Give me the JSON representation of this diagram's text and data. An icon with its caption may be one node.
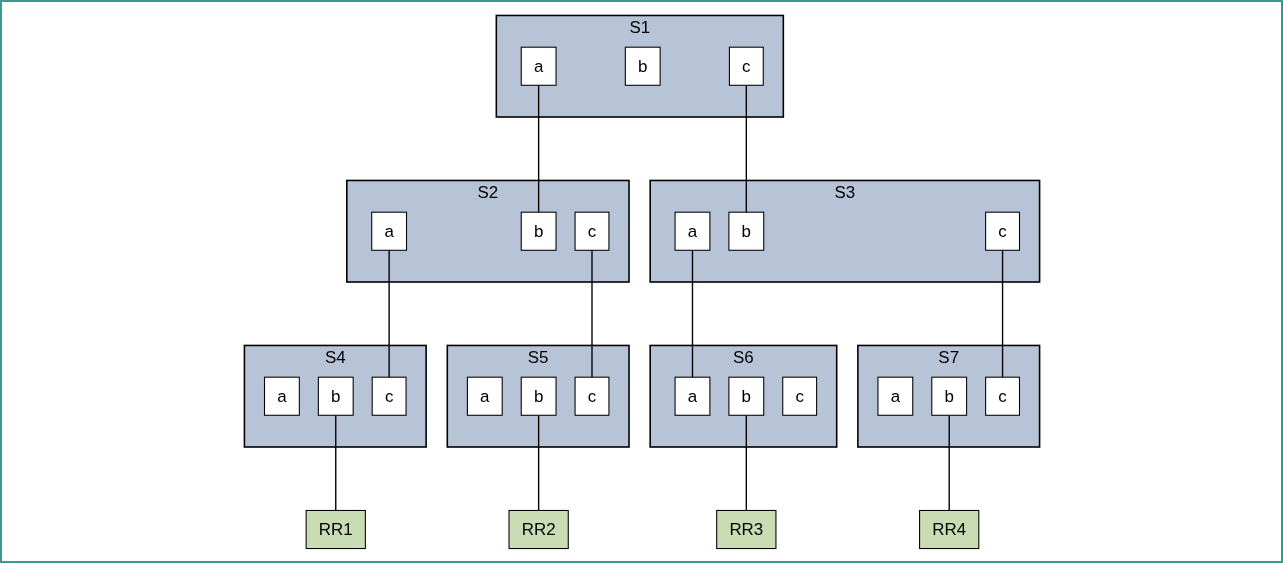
{
  "diagram": {
    "nodes": [
      {
        "text": [
          "S1"
        ]
      },
      {
        "text": [
          "a"
        ],
        "in": 0
      },
      {
        "text": [
          "b"
        ],
        "in": 0
      },
      {
        "text": [
          "c"
        ],
        "in": 0
      },
      {
        "text": [
          "S2"
        ]
      },
      {
        "text": [
          "a"
        ],
        "in": 4
      },
      {
        "text": [
          "b"
        ],
        "in": 4
      },
      {
        "text": [
          "c"
        ],
        "in": 4
      },
      {
        "text": [
          "S3"
        ]
      },
      {
        "text": [
          "a"
        ],
        "in": 8
      },
      {
        "text": [
          "b"
        ],
        "in": 8
      },
      {
        "text": [
          "c"
        ],
        "in": 8
      },
      {
        "text": [
          "S4"
        ]
      },
      {
        "text": [
          "a"
        ],
        "in": 12
      },
      {
        "text": [
          "b"
        ],
        "in": 12
      },
      {
        "text": [
          "c"
        ],
        "in": 12
      },
      {
        "text": [
          "S5"
        ]
      },
      {
        "text": [
          "a"
        ],
        "in": 16
      },
      {
        "text": [
          "b"
        ],
        "in": 16
      },
      {
        "text": [
          "c"
        ],
        "in": 16
      },
      {
        "text": [
          "S6"
        ]
      },
      {
        "text": [
          "a"
        ],
        "in": 20
      },
      {
        "text": [
          "b"
        ],
        "in": 20
      },
      {
        "text": [
          "c"
        ],
        "in": 20
      },
      {
        "text": [
          "S7"
        ]
      },
      {
        "text": [
          "a"
        ],
        "in": 24
      },
      {
        "text": [
          "b"
        ],
        "in": 24
      },
      {
        "text": [
          "c"
        ],
        "in": 24
      },
      {
        "text": [
          "RR1"
        ]
      },
      {
        "text": [
          "RR2"
        ]
      },
      {
        "text": [
          "RR3"
        ]
      },
      {
        "text": [
          "RR4"
        ]
      }
    ],
    "edges": [
      {
        "from": 1,
        "to": 6,
        "arrow": "none"
      },
      {
        "from": 3,
        "to": 10,
        "arrow": "none"
      },
      {
        "from": 5,
        "to": 15,
        "arrow": "none"
      },
      {
        "from": 7,
        "to": 19,
        "arrow": "none"
      },
      {
        "from": 9,
        "to": 21,
        "arrow": "none"
      },
      {
        "from": 11,
        "to": 27,
        "arrow": "none"
      },
      {
        "from": 14,
        "to": 28,
        "arrow": "none"
      },
      {
        "from": 18,
        "to": 29,
        "arrow": "none"
      },
      {
        "from": 22,
        "to": 30,
        "arrow": "none"
      },
      {
        "from": 26,
        "to": 31,
        "arrow": "none"
      }
    ]
  }
}
